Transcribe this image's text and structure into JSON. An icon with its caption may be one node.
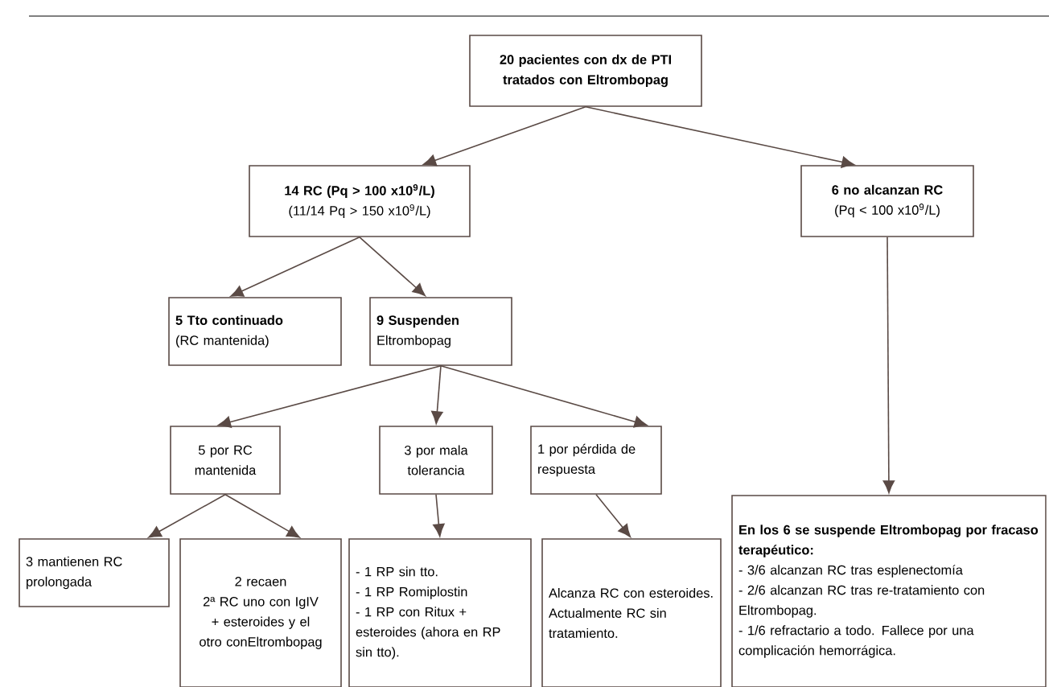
{
  "diagram": {
    "nodes": [
      {
        "text": [
          "20 pacientes con dx de PTI tratados con Eltrombopag"
        ]
      },
      {
        "text": [
          "14 RC (Pq > 100 x10$^{9}$/L)",
          "(11/14 Pq > 150 x10$^{9}$/L)"
        ]
      },
      {
        "text": [
          "6 no alcanzan RC",
          "(Pq < 100 x10$^{9}$/L)"
        ]
      },
      {
        "text": [
          "5 Tto continuado",
          "(RC mantenida)"
        ]
      },
      {
        "text": [
          "9 Suspenden",
          "Eltrombopag"
        ]
      },
      {
        "text": [
          "5 por RC mantenida"
        ]
      },
      {
        "text": [
          "3 por mala tolerancia"
        ]
      },
      {
        "text": [
          "1 por pérdida de respuesta"
        ]
      },
      {
        "text": [
          "3 mantienen RC prolongada"
        ]
      },
      {
        "text": [
          "2 recaen",
          "2ª RC uno con IgIV + esteroides y el otro conEltrombopag"
        ]
      },
      {
        "text": [
          "- 1 RP sin tto.",
          "- 1 RP Romiplostin",
          "- 1 RP con Ritux + esteroides (ahora en RP sin tto)."
        ]
      },
      {
        "text": [
          "Alcanza RC con esteroides. Actualmente RC sin tratamiento."
        ]
      },
      {
        "text": [
          "En los 6 se suspende Eltrombopag por fracaso terapéutico:",
          "- 3/6 alcanzan RC tras esplenectomía",
          "- 2/6 alcanzan RC tras re-tratamiento con Eltrombopag.",
          "- 1/6 refractario a todo. Fallece por una complicación hemorrágica."
        ]
      }
    ],
    "edges": [
      {
        "from": 0,
        "to": 1,
        "arrow": "to"
      },
      {
        "from": 0,
        "to": 2,
        "arrow": "to"
      },
      {
        "from": 1,
        "to": 3,
        "arrow": "to"
      },
      {
        "from": 1,
        "to": 4,
        "arrow": "to"
      },
      {
        "from": 4,
        "to": 5,
        "arrow": "to"
      },
      {
        "from": 4,
        "to": 6,
        "arrow": "to"
      },
      {
        "from": 4,
        "to": 7,
        "arrow": "to"
      },
      {
        "from": 5,
        "to": 8,
        "arrow": "to"
      },
      {
        "from": 5,
        "to": 9,
        "arrow": "to"
      },
      {
        "from": 6,
        "to": 10,
        "arrow": "to"
      },
      {
        "from": 7,
        "to": 11,
        "arrow": "to"
      },
      {
        "from": 2,
        "to": 12,
        "arrow": "to"
      }
    ]
  }
}
